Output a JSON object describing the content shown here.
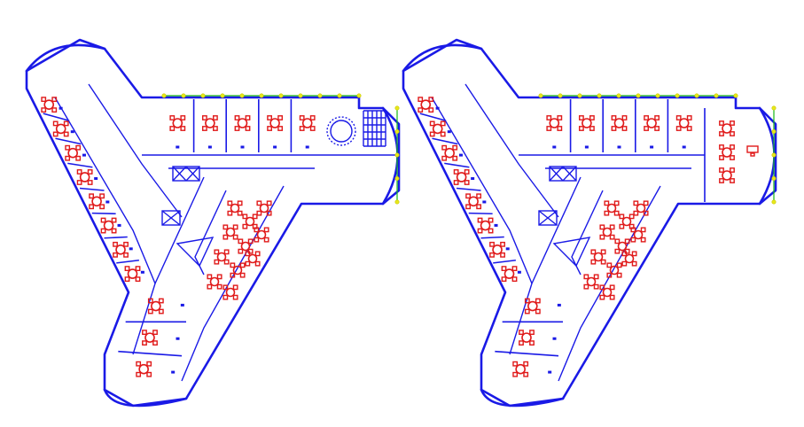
{
  "colors": {
    "background": "#ffffff",
    "walls": "#1a1ae6",
    "furniture": "#e01a1a",
    "dimension_lines": "#18b818",
    "dimension_markers": "#e8e81a"
  },
  "plans": [
    {
      "id": "left",
      "east_wing_end": "round-conference"
    },
    {
      "id": "right",
      "east_wing_end": "meeting-room"
    }
  ]
}
